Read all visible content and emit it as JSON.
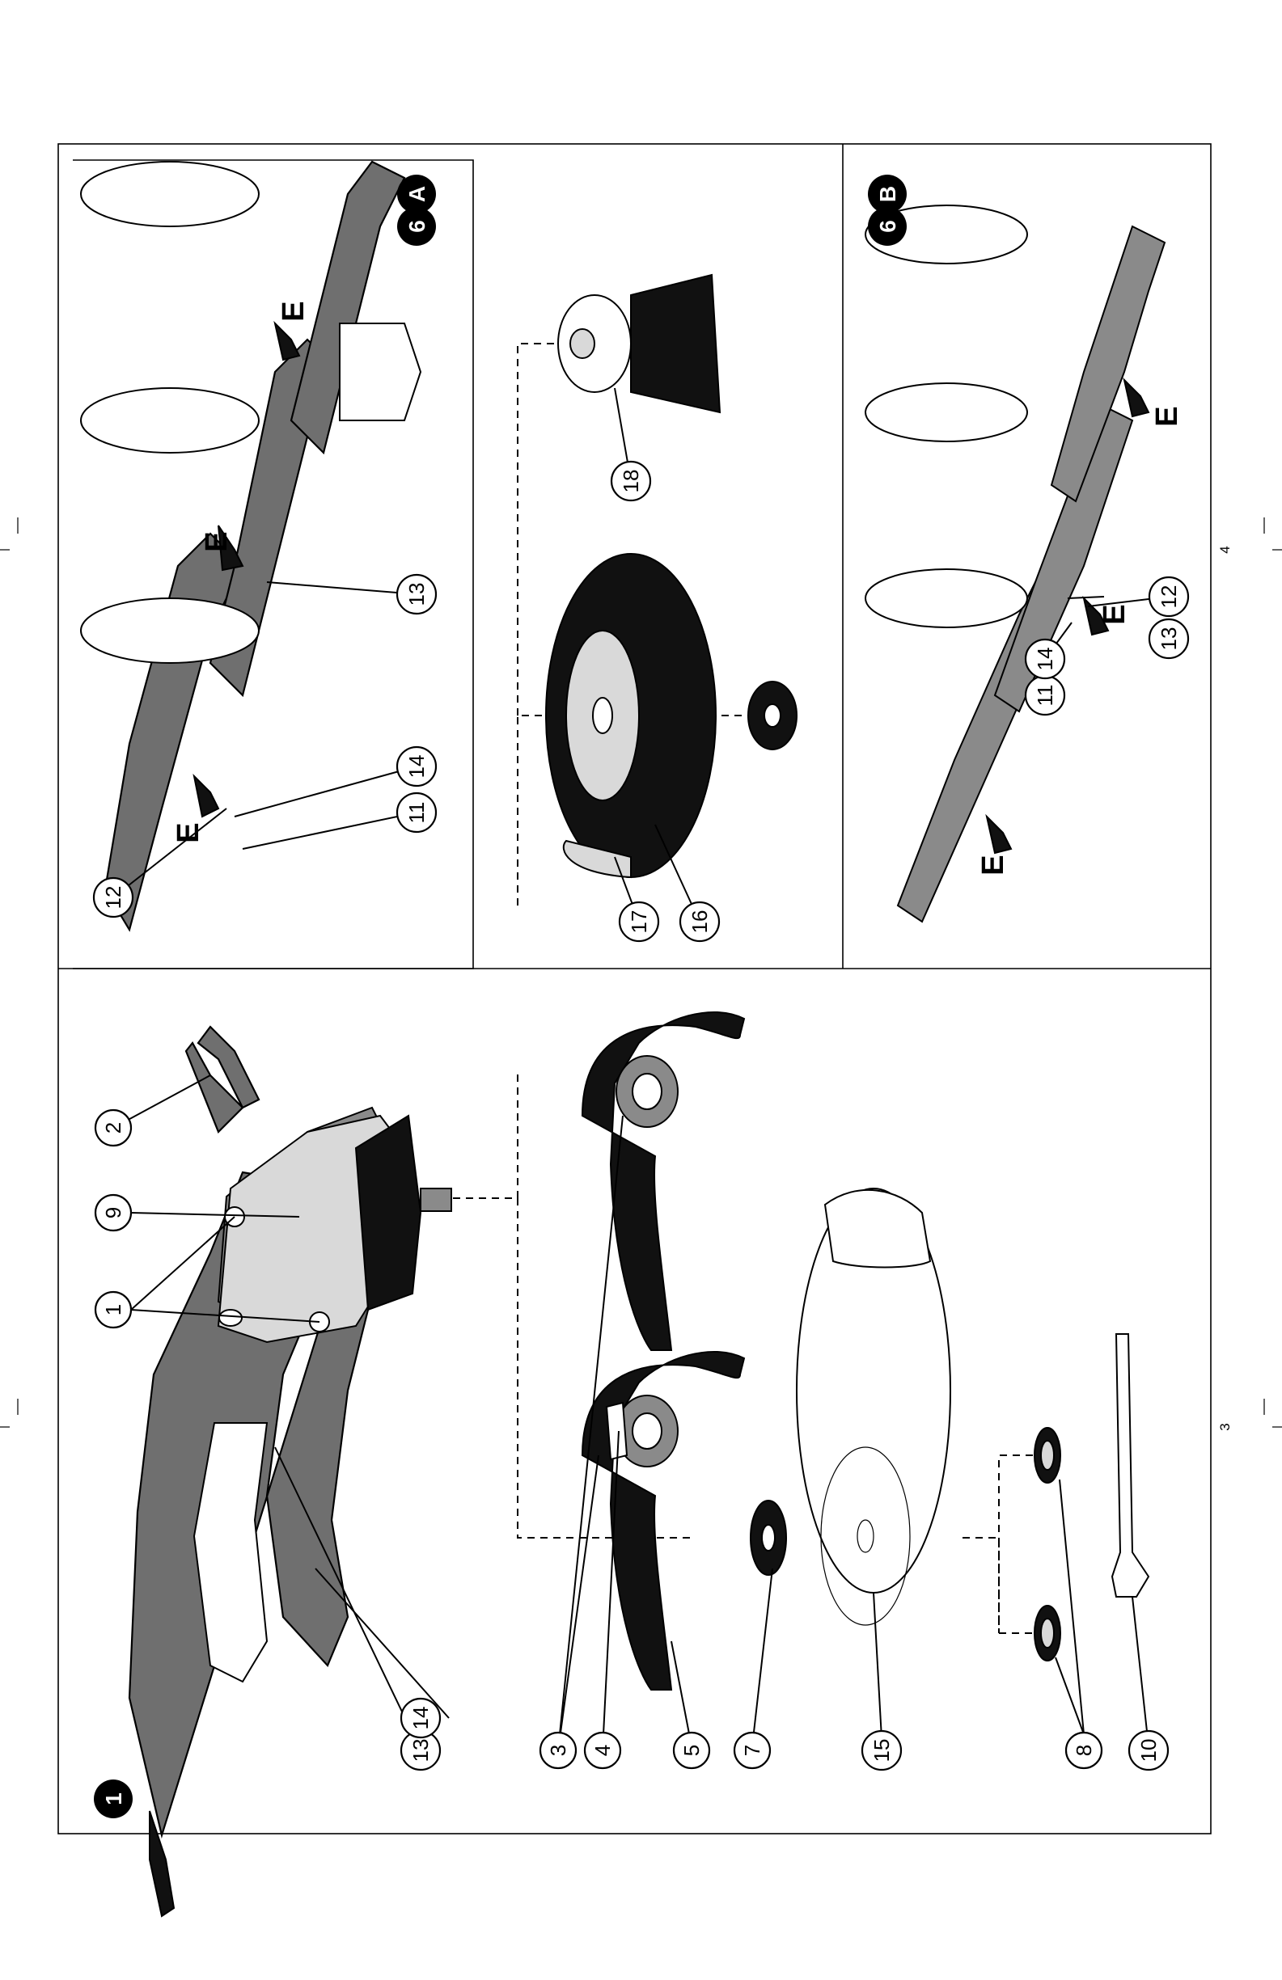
{
  "figure1": {
    "badge": "1",
    "callouts": [
      "1",
      "2",
      "3",
      "4",
      "5",
      "7",
      "8",
      "9",
      "10",
      "13",
      "14",
      "15"
    ]
  },
  "figure6A": {
    "badge_number": "6",
    "badge_letter": "A",
    "callouts": [
      "11",
      "12",
      "13",
      "14"
    ],
    "arrow_label": "E"
  },
  "figure6B": {
    "badge_number": "6",
    "badge_letter": "B",
    "callouts": [
      "11",
      "12",
      "13",
      "14"
    ],
    "arrow_label": "E"
  },
  "accessories": {
    "callouts": [
      "16",
      "17",
      "18"
    ]
  },
  "page_numbers": [
    "3",
    "4"
  ]
}
